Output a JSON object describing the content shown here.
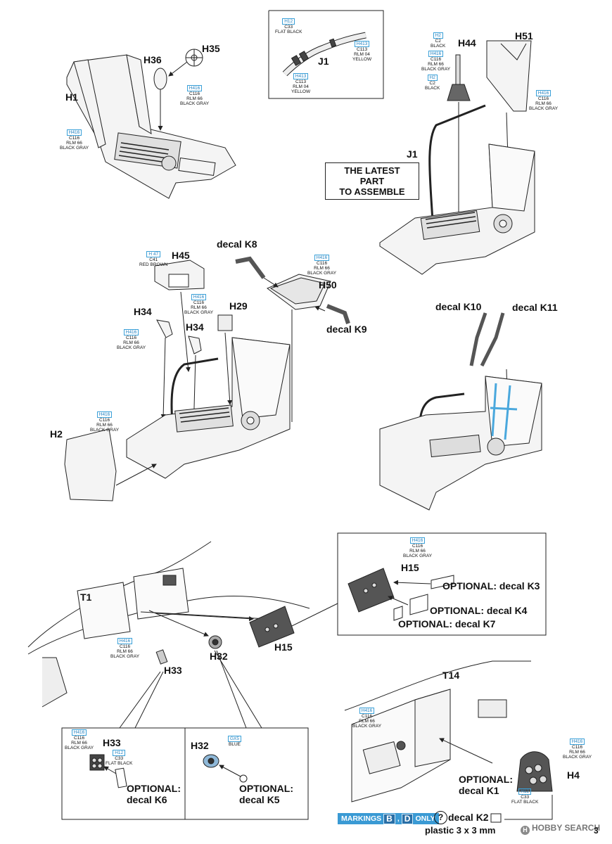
{
  "labels": {
    "H1": "H1",
    "H35": "H35",
    "H36": "H36",
    "J1_top": "J1",
    "H44": "H44",
    "H51": "H51",
    "J1": "J1",
    "decal_K8": "decal K8",
    "H45": "H45",
    "H50": "H50",
    "H29": "H29",
    "H34_a": "H34",
    "H34_b": "H34",
    "decal_K9": "decal K9",
    "decal_K10": "decal K10",
    "decal_K11": "decal K11",
    "H2": "H2",
    "T1": "T1",
    "H15_inset": "H15",
    "H15": "H15",
    "H32": "H32",
    "H33": "H33",
    "H33_inset": "H33",
    "H32_inset": "H32",
    "T14": "T14",
    "H4": "H4"
  },
  "latest_part_box": [
    "THE LATEST PART",
    "TO ASSEMBLE"
  ],
  "optional": {
    "k3": "OPTIONAL: decal K3",
    "k4": "OPTIONAL: decal K4",
    "k7": "OPTIONAL: decal K7",
    "k6_1": "OPTIONAL:",
    "k6_2": "decal K6",
    "k5_1": "OPTIONAL:",
    "k5_2": "decal K5",
    "k1_1": "OPTIONAL:",
    "k1_2": "decal K1"
  },
  "paint_callouts": {
    "h1": {
      "code": "H416",
      "lines": [
        "C116",
        "RLM 66",
        "BLACK GRAY"
      ]
    },
    "h35": {
      "code": "H416",
      "lines": [
        "C116",
        "RLM 66",
        "BLACK GRAY"
      ]
    },
    "j1a": {
      "code": "H12",
      "lines": [
        "C33",
        "FLAT BLACK"
      ]
    },
    "j1b": {
      "code": "H413",
      "lines": [
        "C113",
        "RLM 04",
        "YELLOW"
      ]
    },
    "j1c": {
      "code": "H413",
      "lines": [
        "C113",
        "RLM 04",
        "YELLOW"
      ]
    },
    "h44a": {
      "code": "H2",
      "lines": [
        "C2",
        "BLACK"
      ]
    },
    "h44b": {
      "code": "H416",
      "lines": [
        "C116",
        "RLM 66",
        "BLACK GRAY"
      ]
    },
    "h44c": {
      "code": "H2",
      "lines": [
        "C2",
        "BLACK"
      ]
    },
    "h51": {
      "code": "H416",
      "lines": [
        "C116",
        "RLM 66",
        "BLACK GRAY"
      ]
    },
    "h45a": {
      "code": "H 47",
      "lines": [
        "C41",
        "RED BROWN"
      ]
    },
    "h45b": {
      "code": "H416",
      "lines": [
        "C116",
        "RLM 66",
        "BLACK GRAY"
      ]
    },
    "h50": {
      "code": "H416",
      "lines": [
        "C116",
        "RLM 66",
        "BLACK GRAY"
      ]
    },
    "h34": {
      "code": "H416",
      "lines": [
        "C116",
        "RLM 66",
        "BLACK GRAY"
      ]
    },
    "h2": {
      "code": "H416",
      "lines": [
        "C116",
        "RLM 66",
        "BLACK GRAY"
      ]
    },
    "t1": {
      "code": "H416",
      "lines": [
        "C116",
        "RLM 66",
        "BLACK GRAY"
      ]
    },
    "h15": {
      "code": "H416",
      "lines": [
        "C116",
        "RLM 66",
        "BLACK GRAY"
      ]
    },
    "h33a": {
      "code": "H416",
      "lines": [
        "C116",
        "RLM 66",
        "BLACK GRAY"
      ]
    },
    "h33b": {
      "code": "H12",
      "lines": [
        "C33",
        "FLAT BLACK"
      ]
    },
    "h32": {
      "code": "GX5",
      "lines": [
        "BLUE"
      ]
    },
    "t14": {
      "code": "H416",
      "lines": [
        "C116",
        "RLM 66",
        "BLACK GRAY"
      ]
    },
    "h4a": {
      "code": "H416",
      "lines": [
        "C116",
        "RLM 66",
        "BLACK GRAY"
      ]
    },
    "h4b": {
      "code": "H12",
      "lines": [
        "C33",
        "FLAT BLACK"
      ]
    }
  },
  "markings": {
    "text": "MARKINGS",
    "a": "B",
    "b": "D",
    "only": "ONLY"
  },
  "decal_K2": "decal K2",
  "question_mark": "?",
  "plastic": "plastic 3 x 3 mm",
  "brand": "HOBBY SEARCH",
  "brand_logo": "H",
  "page_number": "3",
  "colors": {
    "paint_code_border": "#3aa0d8",
    "markings_bar": "#3a9ad4",
    "part_fill": "#f3f3f3",
    "line": "#222222"
  }
}
